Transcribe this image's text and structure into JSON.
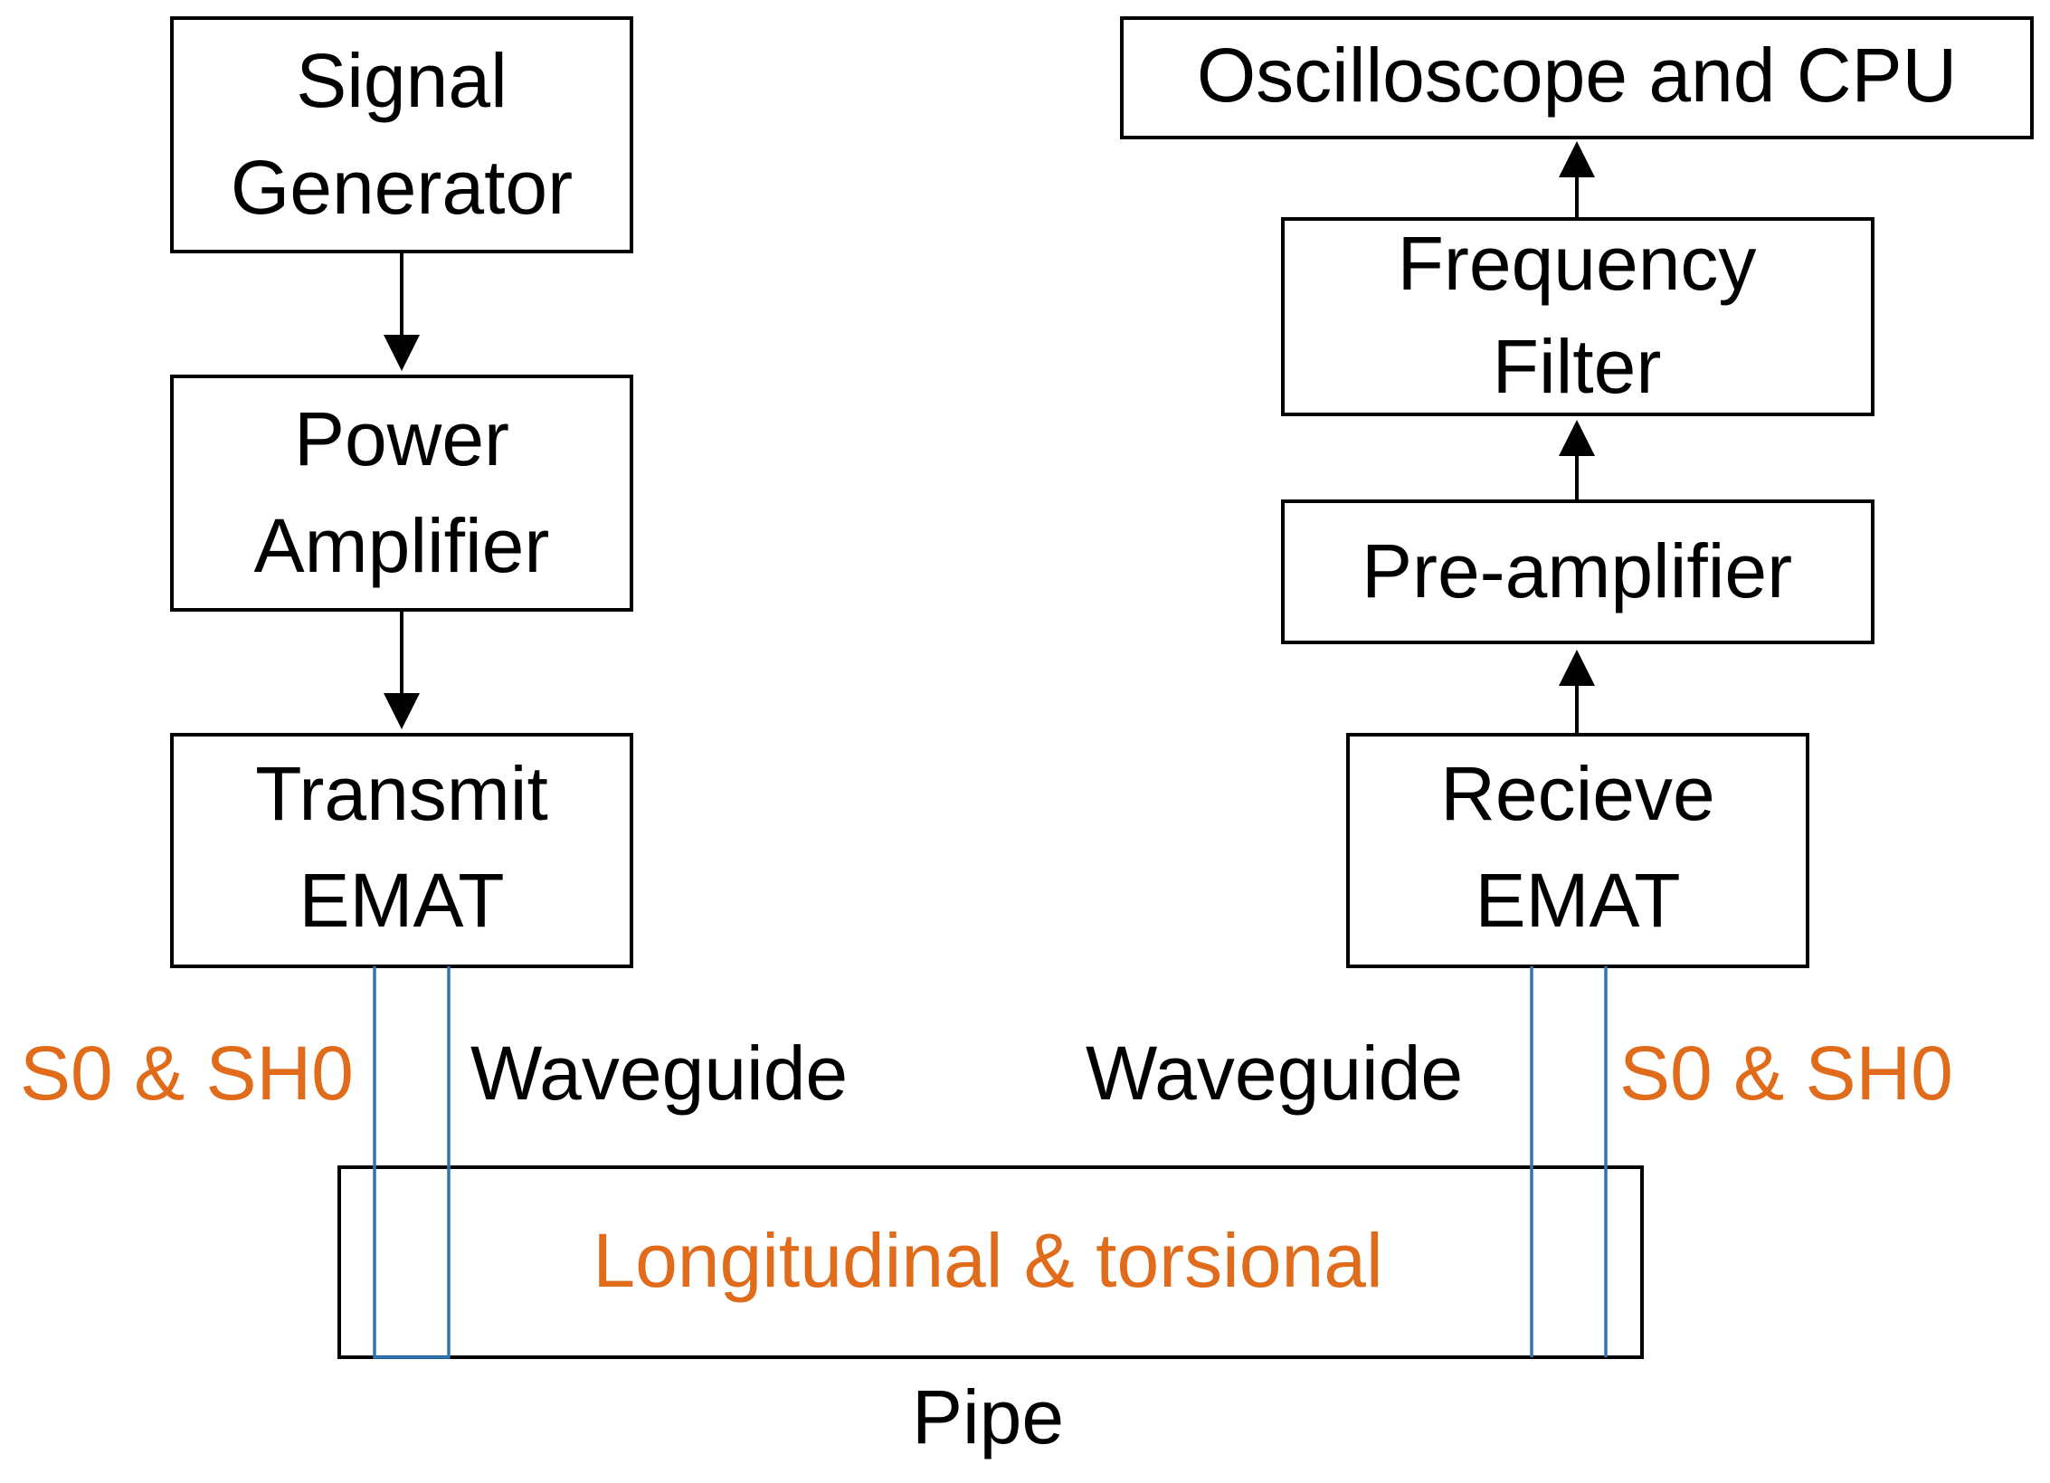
{
  "blocks": {
    "signal_generator": [
      "Signal",
      "Generator"
    ],
    "power_amplifier": [
      "Power",
      "Amplifier"
    ],
    "transmit_emat": [
      "Transmit",
      "EMAT"
    ],
    "oscilloscope": "Oscilloscope and CPU",
    "frequency_filter": [
      "Frequency",
      "Filter"
    ],
    "pre_amplifier": "Pre-amplifier",
    "receive_emat": [
      "Recieve",
      "EMAT"
    ]
  },
  "labels": {
    "left_modes": "S0 & SH0",
    "left_waveguide": "Waveguide",
    "right_waveguide": "Waveguide",
    "right_modes": "S0 & SH0",
    "pipe_modes": "Longitudinal & torsional",
    "pipe": "Pipe"
  },
  "colors": {
    "outline": "#000000",
    "accent_text": "#e06c1b",
    "waveguide": "#2e75b6"
  }
}
